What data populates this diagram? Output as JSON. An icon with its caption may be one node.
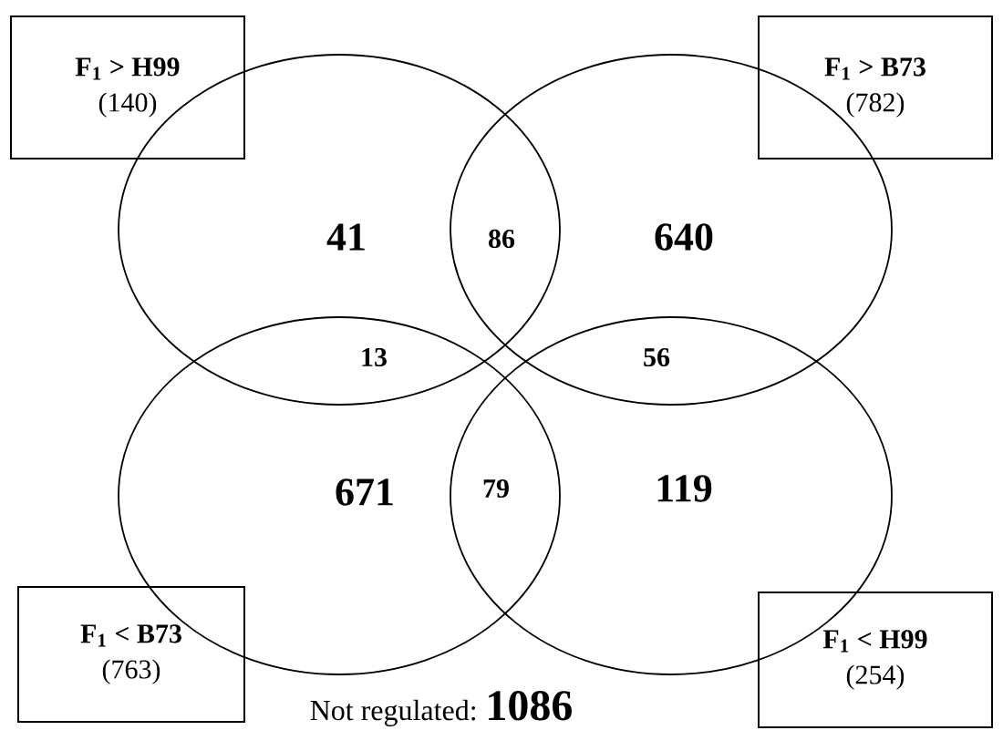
{
  "diagram": {
    "nodes": [
      {
        "text": [
          "F$_{1}$ > H99",
          "(140)"
        ]
      },
      {
        "text": [
          "F$_{1}$ > B73",
          "(782)"
        ]
      },
      {
        "text": [
          "F$_{1}$ < B73",
          "(763)"
        ]
      },
      {
        "text": [
          "F$_{1}$ < H99",
          "(254)"
        ]
      },
      {
        "text": [],
        "shape": "ellipse"
      },
      {
        "text": [],
        "shape": "ellipse"
      },
      {
        "text": [],
        "shape": "ellipse"
      },
      {
        "text": [],
        "shape": "ellipse"
      }
    ],
    "labels": [
      "41",
      "86",
      "640",
      "13",
      "56",
      "671",
      "79",
      "119",
      "Not regulated:",
      "1086"
    ]
  }
}
